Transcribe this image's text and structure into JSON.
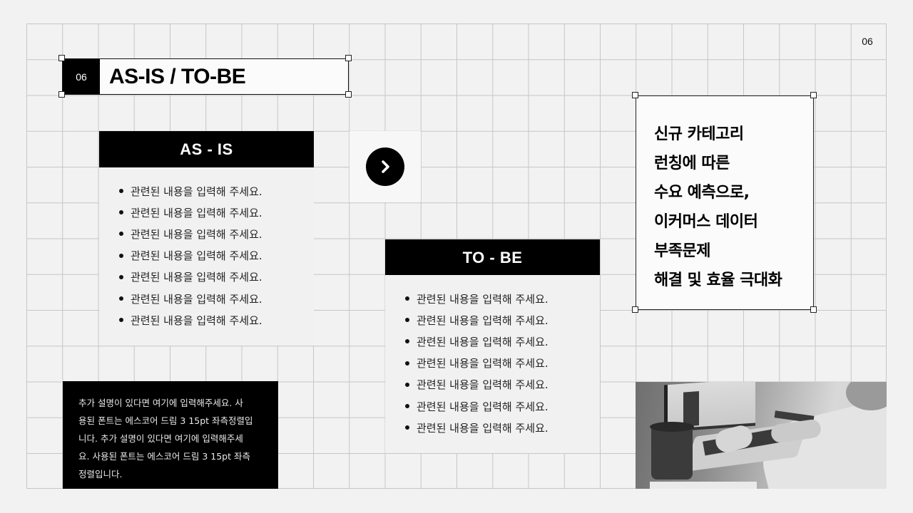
{
  "page_number": "06",
  "title": {
    "badge": "06",
    "text": "AS-IS / TO-BE"
  },
  "as_is": {
    "heading": "AS - IS",
    "items": [
      "관련된 내용을 입력해 주세요.",
      "관련된 내용을 입력해 주세요.",
      "관련된 내용을 입력해 주세요.",
      "관련된 내용을 입력해 주세요.",
      "관련된 내용을 입력해 주세요.",
      "관련된 내용을 입력해 주세요.",
      "관련된 내용을 입력해 주세요."
    ]
  },
  "arrow": {
    "icon": "chevron-right-circle-icon"
  },
  "to_be": {
    "heading": "TO - BE",
    "items": [
      "관련된 내용을 입력해 주세요.",
      "관련된 내용을 입력해 주세요.",
      "관련된 내용을 입력해 주세요.",
      "관련된 내용을 입력해 주세요.",
      "관련된 내용을 입력해 주세요.",
      "관련된 내용을 입력해 주세요.",
      "관련된 내용을 입력해 주세요."
    ]
  },
  "note": {
    "lines": [
      "추가 설명이 있다면 여기에 입력해주세요. 사",
      "용된 폰트는 에스코어 드림 3 15pt 좌측정렬입",
      "니다. 추가 설명이 있다면 여기에 입력해주세",
      "요. 사용된 폰트는 에스코어 드림 3 15pt 좌측",
      "정렬입니다."
    ]
  },
  "callout": {
    "lines": [
      "신규 카테고리",
      "런칭에 따른",
      "수요 예측으로,",
      "이커머스 데이터",
      "부족문제",
      "해결 및 효율 극대화"
    ]
  },
  "photo": {
    "description": "grayscale photo of person typing on laptop with coffee mug"
  },
  "colors": {
    "background": "#f2f2f2",
    "grid_line": "#c6c6c6",
    "accent": "#000000",
    "text": "#222222"
  }
}
